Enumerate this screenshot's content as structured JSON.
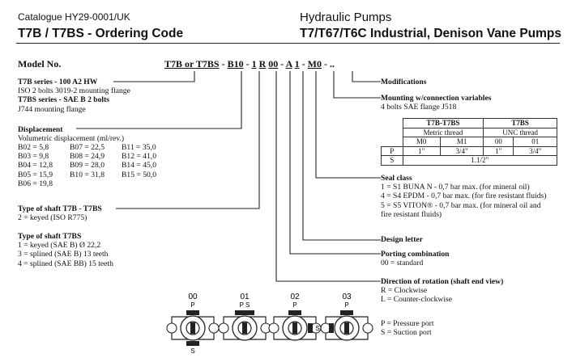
{
  "header": {
    "catalogue": "Catalogue HY29-0001/UK",
    "left_title": "T7B / T7BS - Ordering Code",
    "right_subtitle": "Hydraulic Pumps",
    "right_title": "T7/T67/T6C Industrial, Denison Vane Pumps"
  },
  "model": {
    "label": "Model No.",
    "code_parts": [
      "T7B or T7BS",
      " - ",
      "B10",
      " - ",
      "1",
      " ",
      "R",
      " ",
      "00",
      " - ",
      "A",
      " ",
      "1",
      " - ",
      "M0",
      " - ",
      ".."
    ]
  },
  "left": {
    "series": {
      "t7b_title": "T7B series - 100 A2 HW",
      "t7b_desc": "ISO 2 bolts 3019-2 mounting flange",
      "t7bs_title": "T7BS series - SAE B 2 bolts",
      "t7bs_desc": "J744 mounting flange"
    },
    "displacement": {
      "title": "Displacement",
      "desc": "Volumetric displacement (ml/rev.)",
      "rows": [
        [
          "B02 =  5,8",
          "B07 = 22,5",
          "B11 = 35,0"
        ],
        [
          "B03 =  9,8",
          "B08 = 24,9",
          "B12 = 41,0"
        ],
        [
          "B04 = 12,8",
          "B09 = 28,0",
          "B14 = 45,0"
        ],
        [
          "B05 = 15,9",
          "B10 = 31,8",
          "B15 = 50,0"
        ],
        [
          "B06 = 19,8",
          "",
          ""
        ]
      ]
    },
    "shaft_t7b": {
      "title": "Type of shaft T7B - T7BS",
      "items": [
        "2 = keyed (ISO R775)"
      ]
    },
    "shaft_t7bs": {
      "title": "Type of shaft T7BS",
      "items": [
        "1 = keyed (SAE B) Ø 22,2",
        "3 = splined (SAE B) 13 teeth",
        "4 = splined (SAE BB) 15 teeth"
      ]
    }
  },
  "right": {
    "modifications": {
      "title": "Modifications"
    },
    "mounting": {
      "title": "Mounting w/connection variables",
      "desc": "4 bolts SAE flange J518",
      "table": {
        "groups": [
          "T7B-T7BS",
          "T7BS"
        ],
        "threads": [
          "Metric thread",
          "UNC thread"
        ],
        "codes": [
          "M0",
          "M1",
          "00",
          "01"
        ],
        "row_p": {
          "label": "P",
          "values": [
            "1\"",
            "3/4\"",
            "1\"",
            "3/4\""
          ]
        },
        "row_s": {
          "label": "S",
          "value": "1.1/2\""
        }
      }
    },
    "seal": {
      "title": "Seal class",
      "items": [
        "1 = S1 BUNA N - 0,7 bar max. (for mineral oil)",
        "4 = S4 EPDM - 0,7 bar max. (for fire resistant fluids)",
        "5 = S5 VITON® - 0,7 bar max. (for mineral oil and",
        "fire resistant fluids)"
      ]
    },
    "design": {
      "title": "Design letter"
    },
    "porting": {
      "title": "Porting combination",
      "items": [
        "00 = standard"
      ]
    },
    "rotation": {
      "title": "Direction of rotation (shaft end view)",
      "items": [
        "R = Clockwise",
        "L = Counter-clockwise"
      ],
      "legend": [
        "P = Pressure port",
        "S = Suction port"
      ]
    }
  },
  "porting_diagrams": [
    {
      "code": "00",
      "top": "P",
      "left": "",
      "right": "",
      "bottom": "S"
    },
    {
      "code": "01",
      "top": "P S",
      "left": "",
      "right": "",
      "bottom": ""
    },
    {
      "code": "02",
      "top": "P",
      "left": "",
      "right": "S",
      "bottom": ""
    },
    {
      "code": "03",
      "top": "P",
      "left": "S",
      "right": "",
      "bottom": ""
    }
  ]
}
